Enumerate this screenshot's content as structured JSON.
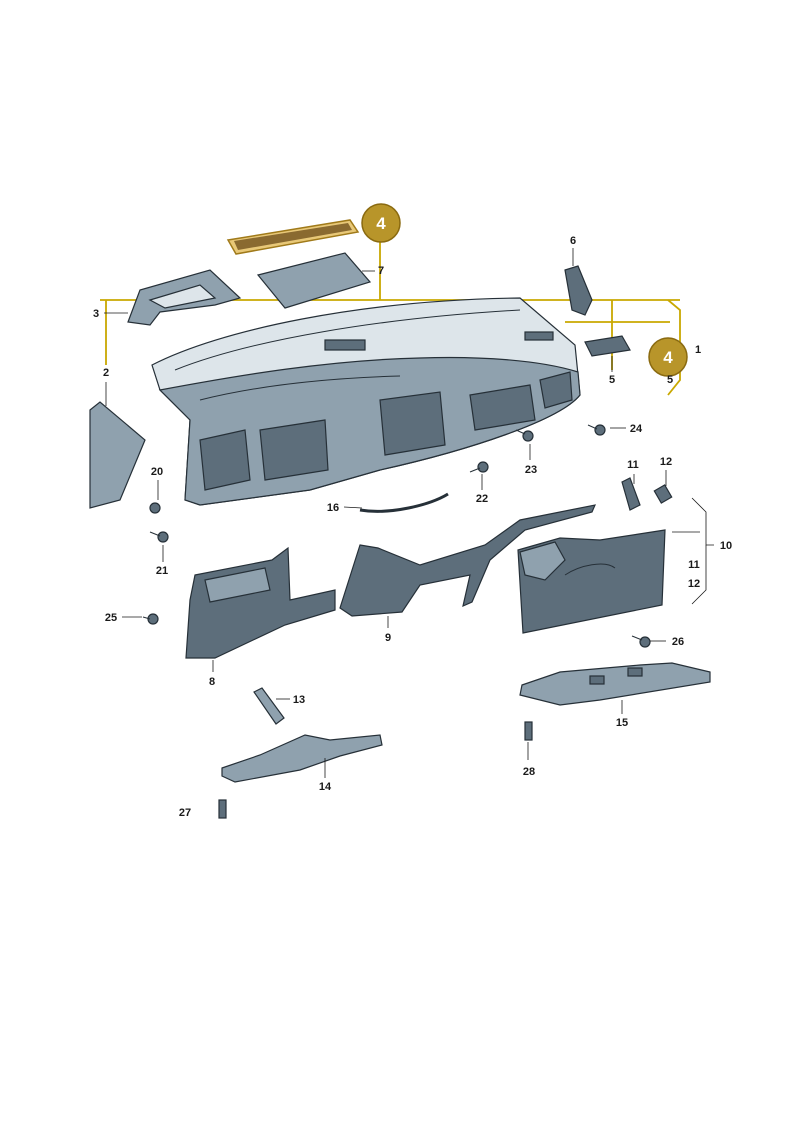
{
  "diagram": {
    "callouts": [
      {
        "id": "1",
        "text": "1"
      },
      {
        "id": "2",
        "text": "2"
      },
      {
        "id": "3",
        "text": "3"
      },
      {
        "id": "5",
        "text": "5"
      },
      {
        "id": "5b",
        "text": "5"
      },
      {
        "id": "6",
        "text": "6"
      },
      {
        "id": "7",
        "text": "7"
      },
      {
        "id": "8",
        "text": "8"
      },
      {
        "id": "9",
        "text": "9"
      },
      {
        "id": "10",
        "text": "10"
      },
      {
        "id": "11a",
        "text": "11"
      },
      {
        "id": "11b",
        "text": "11"
      },
      {
        "id": "12a",
        "text": "12"
      },
      {
        "id": "12b",
        "text": "12"
      },
      {
        "id": "13",
        "text": "13"
      },
      {
        "id": "14",
        "text": "14"
      },
      {
        "id": "15",
        "text": "15"
      },
      {
        "id": "16",
        "text": "16"
      },
      {
        "id": "20",
        "text": "20"
      },
      {
        "id": "21",
        "text": "21"
      },
      {
        "id": "22",
        "text": "22"
      },
      {
        "id": "23",
        "text": "23"
      },
      {
        "id": "24",
        "text": "24"
      },
      {
        "id": "25",
        "text": "25"
      },
      {
        "id": "26",
        "text": "26"
      },
      {
        "id": "27",
        "text": "27"
      },
      {
        "id": "28",
        "text": "28"
      }
    ],
    "highlight_badges": [
      {
        "id": "badge-top",
        "text": "4"
      },
      {
        "id": "badge-right",
        "text": "4"
      }
    ],
    "colors": {
      "highlight": "#c9a800",
      "badge_fill": "#b8952a",
      "part_dark": "#5d6e7b",
      "part_light": "#dde5ea"
    }
  }
}
